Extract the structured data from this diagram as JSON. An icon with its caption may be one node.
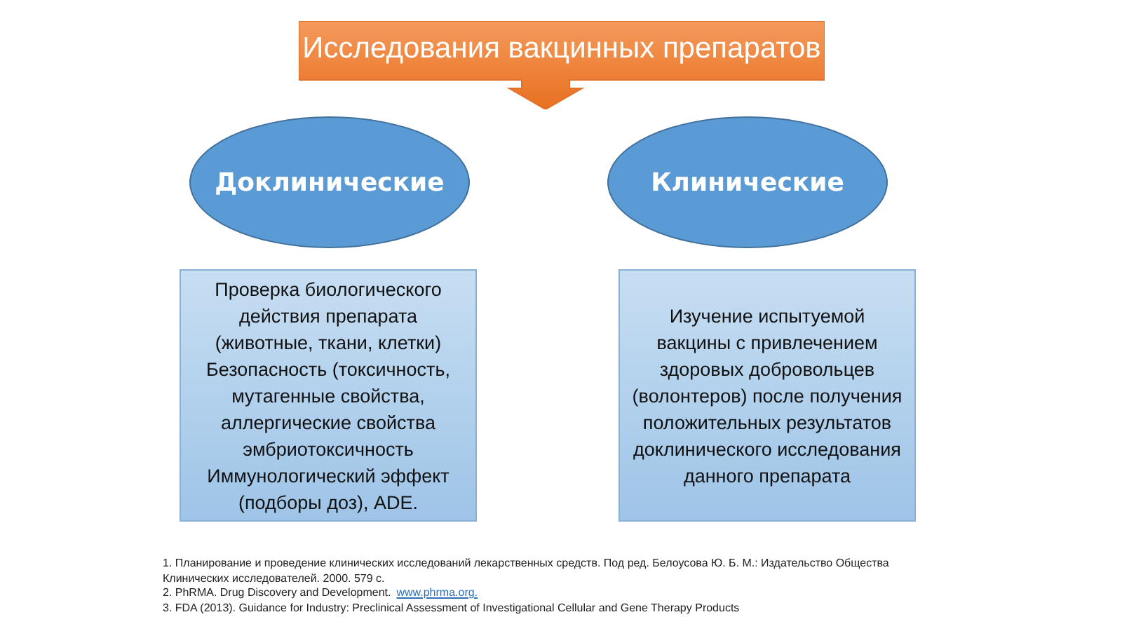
{
  "diagram": {
    "nodes": [
      {
        "text": [
          "Исследования вакцинных препаратов"
        ]
      },
      {
        "text": [
          "Доклинические"
        ]
      },
      {
        "text": [
          "Клинические"
        ]
      },
      {
        "text": [
          "Проверка биологического действия препарата (животные, ткани, клетки)",
          "Безопасность (токсичность, мутагенные свойства, аллергические свойства эмбриотоксичность",
          "Иммунологический эффект (подборы доз), ADE."
        ]
      },
      {
        "text": [
          "Изучение испытуемой вакцины с привлечением здоровых добровольцев (волонтеров) после получения положительных результатов доклинического исследования данного препарата"
        ]
      }
    ],
    "labels": [
      "1. Планирование и проведение  клинических исследований лекарственных средств. Под ред. Белоусова Ю. Б. М.: Издательство Общества Клинических исследователей.  2000. 579 с.",
      "2. PhRMA. Drug Discovery and Development.",
      "www.phrma.org.",
      "3. FDA (2013). Guidance for Industry: Preclinical Assessment of Investigational Cellular and Gene Therapy Products"
    ]
  }
}
